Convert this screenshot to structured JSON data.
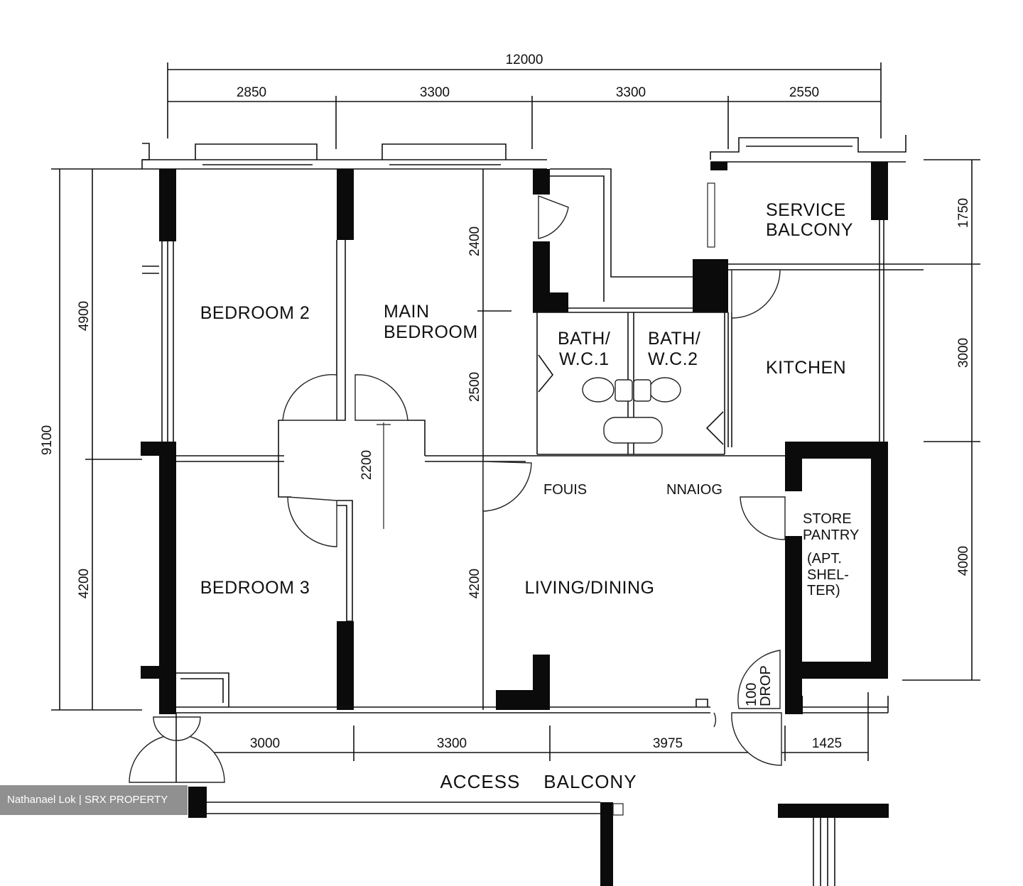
{
  "rooms": {
    "bedroom2": "BEDROOM 2",
    "main_bedroom_l1": "MAIN",
    "main_bedroom_l2": "BEDROOM",
    "bath1_l1": "BATH/",
    "bath1_l2": "W.C.1",
    "bath2_l1": "BATH/",
    "bath2_l2": "W.C.2",
    "service_balcony_l1": "SERVICE",
    "service_balcony_l2": "BALCONY",
    "kitchen": "KITCHEN",
    "foyer": "FOUIS",
    "dining": "NNAIOG",
    "store_l1": "STORE",
    "store_l2": "PANTRY",
    "store_l3": "(APT.",
    "store_l4": "SHEL-",
    "store_l5": "TER)",
    "bedroom3": "BEDROOM 3",
    "living_dining": "LIVING/DINING",
    "refuse_l1": "100",
    "refuse_l2": "DROP",
    "access_balcony": "ACCESS    BALCONY"
  },
  "dims": {
    "top_total": "12000",
    "top": [
      "2850",
      "3300",
      "3300",
      "2550"
    ],
    "bottom": [
      "3000",
      "3300",
      "3975",
      "1425"
    ],
    "left_total": "9100",
    "left": [
      "4900",
      "4200"
    ],
    "right": [
      "1750",
      "3000",
      "4000"
    ],
    "interior": [
      "2400",
      "2500",
      "4200",
      "2200"
    ]
  },
  "watermark": "Nathanael Lok | SRX PROPERTY"
}
